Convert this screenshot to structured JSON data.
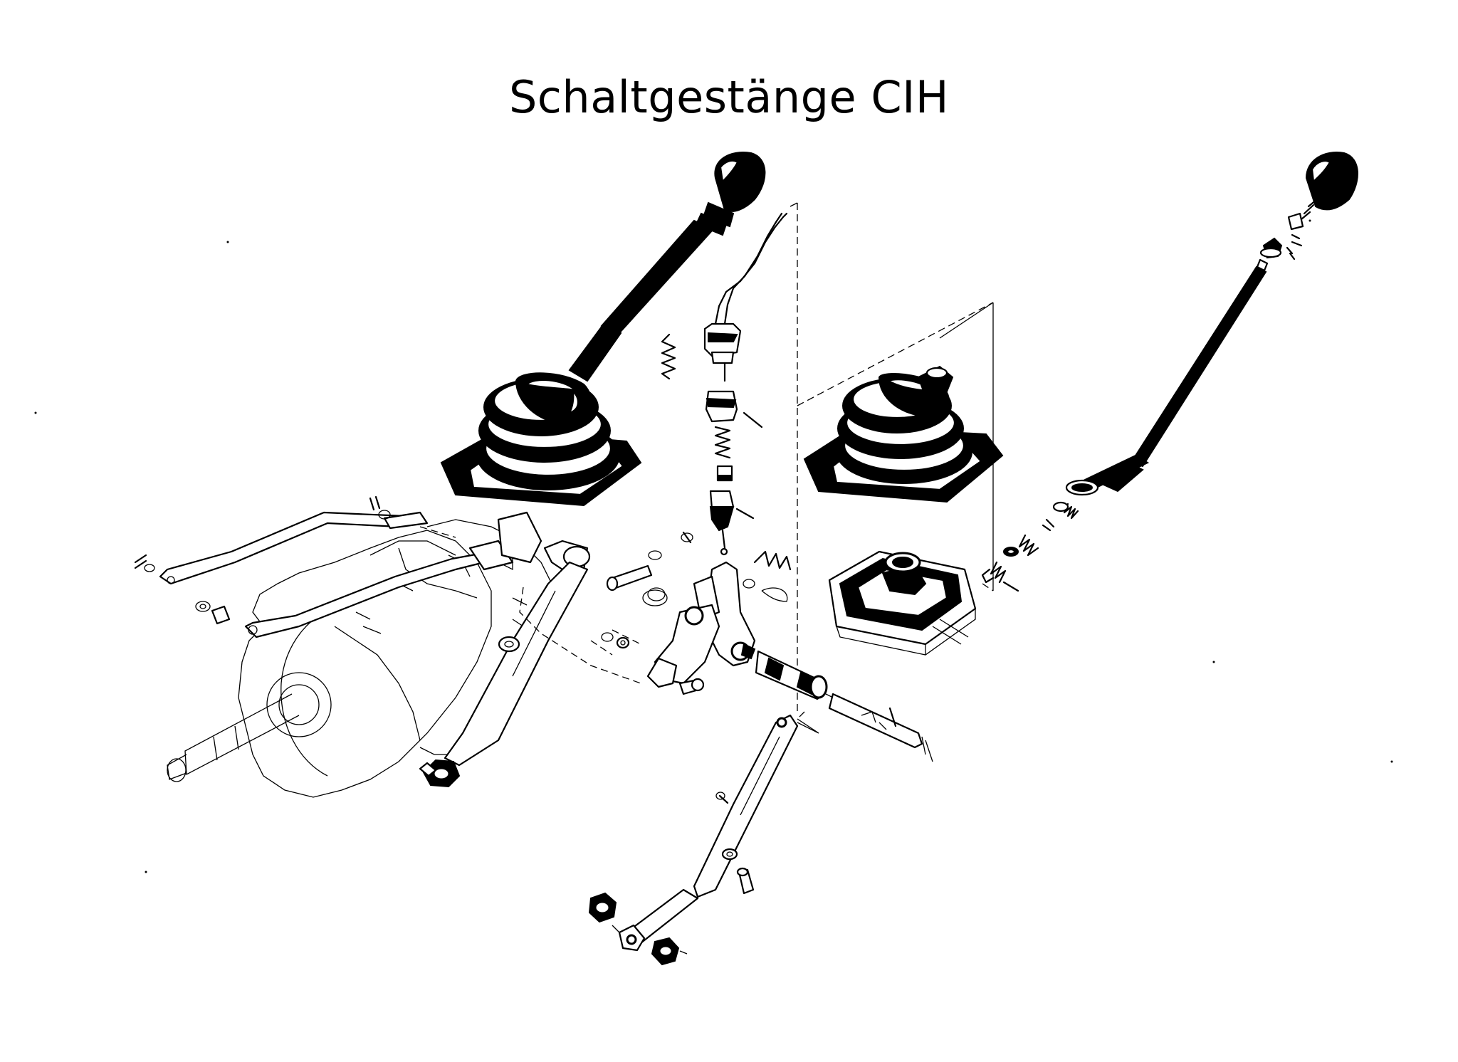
{
  "title": "Schaltgestänge CIH",
  "colors": {
    "ink": "#000000",
    "paper": "#ffffff"
  },
  "parts": [
    "gearbox-housing",
    "shift-lever-left",
    "shift-boot-left",
    "shift-lever-center",
    "shift-boot-right",
    "rubber-seal",
    "shift-lever-right",
    "shift-rod-left",
    "shift-rod-upper",
    "selector-lever",
    "selector-bracket",
    "shift-shaft",
    "selector-rod",
    "nuts",
    "bolts",
    "springs",
    "washers",
    "pins"
  ]
}
